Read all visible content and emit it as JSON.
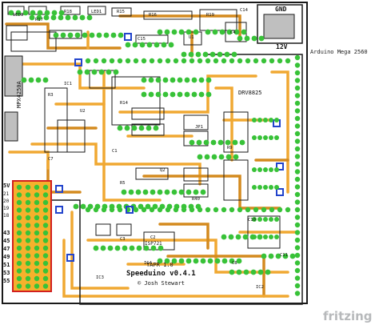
{
  "board": {
    "colors": {
      "pcb": "#ffffff",
      "outline": "#1a1a1a",
      "trace": "#f0a832",
      "trace_dark": "#d48a1e",
      "pad": "#38c238",
      "pad_hole": "#111111",
      "via": "#f0a832",
      "connector": "#bfbfbf",
      "header_red": "#d21f1f",
      "header_fill": "#f6b12c",
      "blue_pad": "#2244cc",
      "silk": "#111111"
    },
    "labels": {
      "arduino": "Arduino Mega 2560",
      "title": "Speeduino v0.4.1",
      "author": "© Josh Stewart",
      "tapr": "TAPR 1.0",
      "gnd": "GND",
      "v12": "12V",
      "mpx": "MPX4250A",
      "drv": "DRV8825",
      "isp": "ISP721",
      "v5": "5V",
      "fritzing": "fritzing"
    },
    "parts": [
      "LED3",
      "R17",
      "R18",
      "LED1",
      "R15",
      "R16",
      "R19",
      "C15",
      "U1",
      "C4",
      "C14",
      "C3",
      "C2",
      "C10",
      "C11",
      "IC4",
      "IC3",
      "IC2",
      "IC1",
      "R3",
      "R5",
      "R40",
      "C8",
      "U2",
      "C7",
      "C1",
      "JP1",
      "R9",
      "Q2",
      "R14"
    ],
    "pin_numbers": [
      "43",
      "45",
      "47",
      "49",
      "51",
      "53",
      "55"
    ],
    "header_pin_labels": [
      "21",
      "20",
      "19",
      "18"
    ]
  }
}
